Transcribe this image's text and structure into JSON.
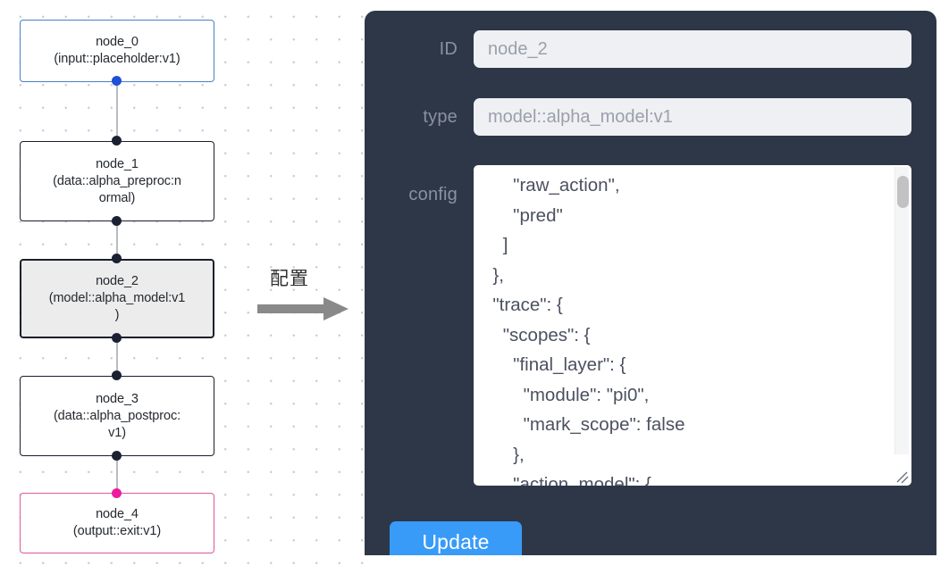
{
  "graph": {
    "nodes": [
      {
        "id": "node_0",
        "line1": "node_0",
        "line2": "(input::placeholder:v1)",
        "accent": "#4a7fc1",
        "selected": false
      },
      {
        "id": "node_1",
        "line1": "node_1",
        "line2": "(data::alpha_preproc:n",
        "line3": "ormal)",
        "accent": "#1a1f2b",
        "selected": false
      },
      {
        "id": "node_2",
        "line1": "node_2",
        "line2": "(model::alpha_model:v1",
        "line3": ")",
        "accent": "#1a1f2b",
        "selected": true
      },
      {
        "id": "node_3",
        "line1": "node_3",
        "line2": "(data::alpha_postproc:",
        "line3": "v1)",
        "accent": "#1a1f2b",
        "selected": false
      },
      {
        "id": "node_4",
        "line1": "node_4",
        "line2": "(output::exit:v1)",
        "accent": "#e0579b",
        "selected": false
      }
    ]
  },
  "annotation": {
    "caption": "配置",
    "arrow_icon": "right-arrow-icon",
    "arrow_color": "#808080"
  },
  "panel": {
    "background": "#2d3748",
    "fields": [
      {
        "label": "ID",
        "value": "node_2",
        "name": "id-field"
      },
      {
        "label": "type",
        "value": "model::alpha_model:v1",
        "name": "type-field"
      }
    ],
    "config": {
      "label": "config",
      "value": "      \"raw_action\",\n      \"pred\"\n    ]\n  },\n  \"trace\": {\n    \"scopes\": {\n      \"final_layer\": {\n        \"module\": \"pi0\",\n        \"mark_scope\": false\n      },\n      \"action_model\": {",
      "scrollbar": "vertical-scrollbar",
      "resize_handle": "resize-handle-icon"
    },
    "update_label": "Update",
    "update_color": "#399bf8"
  }
}
